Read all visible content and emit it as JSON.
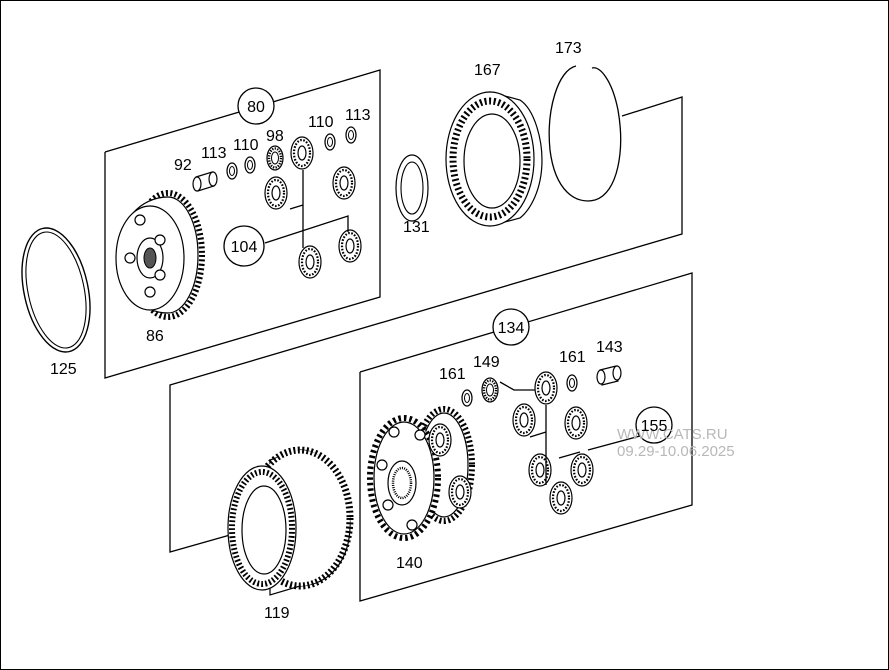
{
  "diagram": {
    "labels": {
      "p80": "80",
      "p92": "92",
      "p113a": "113",
      "p110a": "110",
      "p98": "98",
      "p110b": "110",
      "p113b": "113",
      "p104": "104",
      "p86": "86",
      "p125": "125",
      "p131": "131",
      "p167": "167",
      "p173": "173",
      "p134": "134",
      "p161a": "161",
      "p149": "149",
      "p161b": "161",
      "p143": "143",
      "p155": "155",
      "p140": "140",
      "p119": "119"
    },
    "watermark": {
      "line1": "WWW.CATS.RU",
      "line2": "09.29-10.06.2025"
    }
  }
}
